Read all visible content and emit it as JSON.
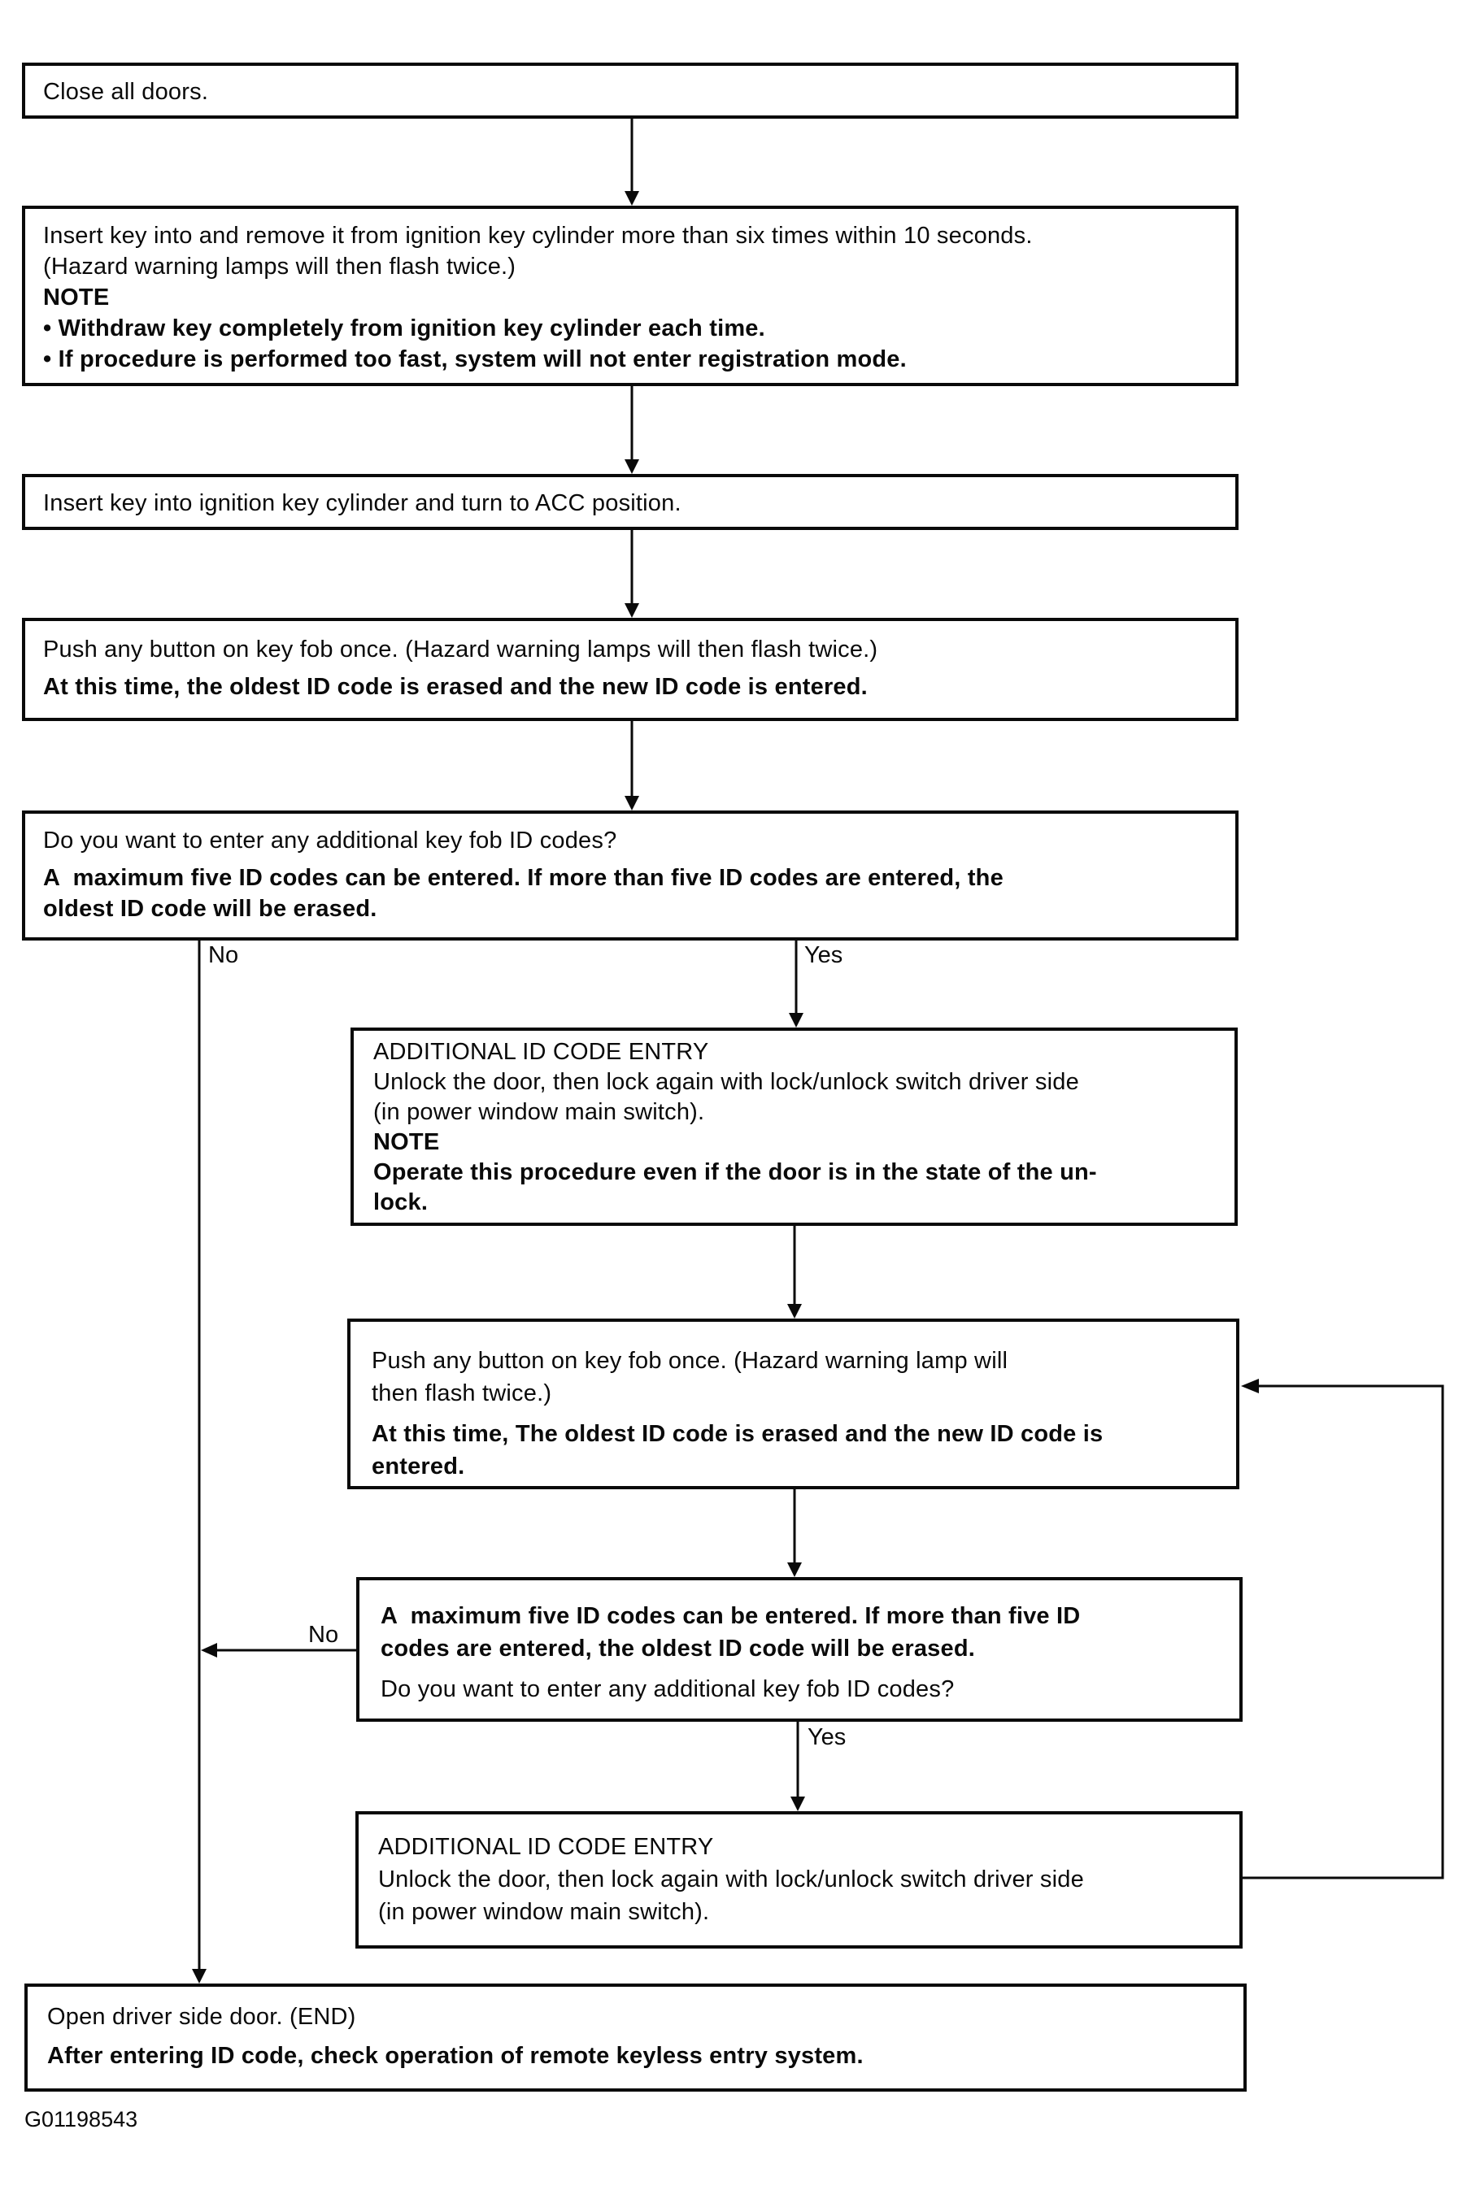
{
  "figure_id": "G01198543",
  "edges": {
    "no1": "No",
    "yes1": "Yes",
    "no2": "No",
    "yes2": "Yes"
  },
  "nodes": {
    "close_doors": {
      "lines": [
        "Close all doors."
      ]
    },
    "insert_remove": {
      "lines": [
        "Insert key into and remove it from ignition key cylinder more than six times within 10 seconds.",
        "(Hazard warning lamps will then flash twice.)",
        "NOTE",
        "• Withdraw key completely from ignition key cylinder each time.",
        "• If procedure is performed too fast, system will not enter registration mode."
      ]
    },
    "insert_acc": {
      "lines": [
        "Insert key into ignition key cylinder and turn to ACC position."
      ]
    },
    "push_button": {
      "lines": [
        "Push any button on key fob once. (Hazard warning lamps will then flash twice.)",
        "At this time, the oldest ID code is erased and the new ID code is entered."
      ]
    },
    "additional_question": {
      "lines": [
        "Do you want to enter any additional key fob ID codes?",
        "A  maximum five ID codes can be entered. If more than five ID codes are entered, the",
        "oldest ID code will be erased."
      ]
    },
    "additional_entry_1": {
      "lines": [
        "ADDITIONAL ID CODE ENTRY",
        "Unlock the door, then lock again with lock/unlock switch driver side",
        "(in power window main switch).",
        "NOTE",
        "Operate this procedure even if the door is in the state of the un-",
        "lock."
      ]
    },
    "push_button_2": {
      "lines": [
        "Push any button on key fob once. (Hazard warning lamp will",
        "then flash twice.)",
        "At this time, The oldest ID code is erased and the new ID code is",
        "entered."
      ]
    },
    "max_five_codes": {
      "lines": [
        "A  maximum five ID codes can be entered. If more than five ID",
        "codes are entered, the oldest ID code will be erased.",
        "Do you want to enter any additional key fob ID codes?"
      ]
    },
    "additional_entry_2": {
      "lines": [
        "ADDITIONAL ID CODE ENTRY",
        "Unlock the door, then lock again with lock/unlock switch driver side",
        "(in power window main switch)."
      ]
    },
    "open_door_end": {
      "lines": [
        "Open driver side door. (END)",
        "After entering ID code, check operation of remote keyless entry system."
      ]
    }
  }
}
